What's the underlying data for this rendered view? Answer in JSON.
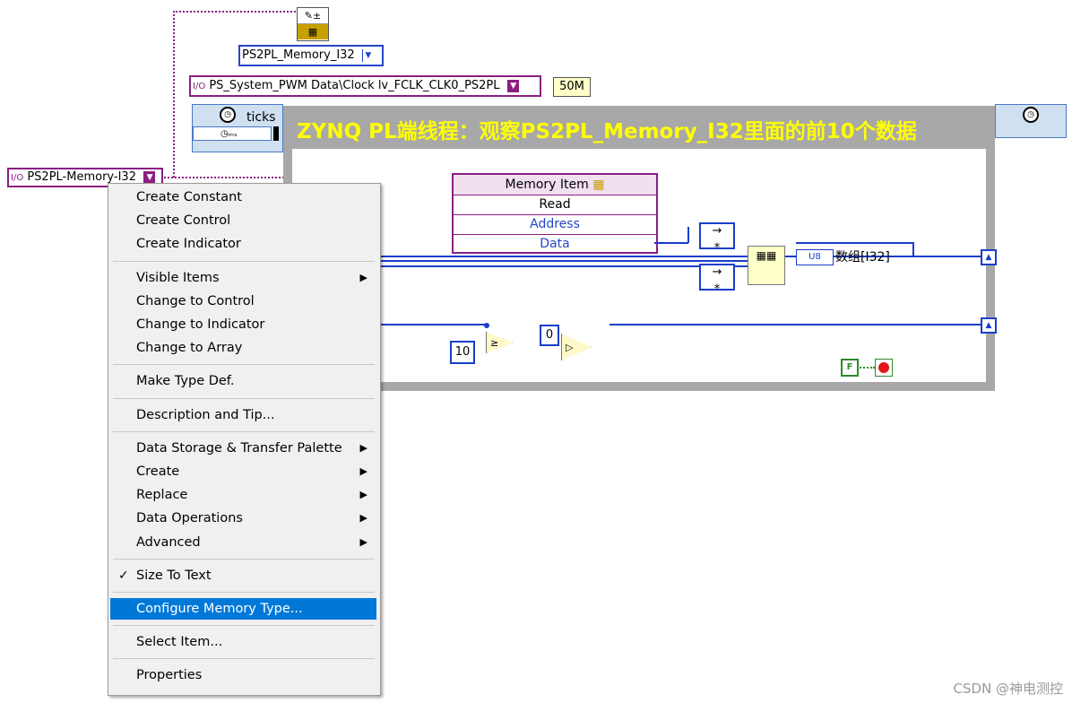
{
  "diagram": {
    "memory_node": {
      "label": "PS2PL_Memory_I32"
    },
    "clock_control": {
      "label": "PS_System_PWM Data\\Clock lv_FCLK_CLK0_PS2PL",
      "frequency": "50M"
    },
    "ticks_label": "ticks",
    "left_control": {
      "label": "PS2PL-Memory-I32"
    },
    "banner_title": "ZYNQ PL端线程：观察PS2PL_Memory_I32里面的前10个数据",
    "memory_item": {
      "title": "Memory Item",
      "rows": [
        "Read",
        "Address",
        "Data"
      ]
    },
    "array_indicator": {
      "type_tag": "U8",
      "label": "数组[I32]"
    },
    "constant_ten": "10",
    "constant_zero": "0",
    "bool_false": "F"
  },
  "context_menu": {
    "groups": [
      [
        {
          "label": "Create Constant"
        },
        {
          "label": "Create Control"
        },
        {
          "label": "Create Indicator"
        }
      ],
      [
        {
          "label": "Visible Items",
          "submenu": true
        },
        {
          "label": "Change to Control"
        },
        {
          "label": "Change to Indicator"
        },
        {
          "label": "Change to Array"
        }
      ],
      [
        {
          "label": "Make Type Def."
        }
      ],
      [
        {
          "label": "Description and Tip..."
        }
      ],
      [
        {
          "label": "Data Storage & Transfer Palette",
          "submenu": true
        },
        {
          "label": "Create",
          "submenu": true
        },
        {
          "label": "Replace",
          "submenu": true
        },
        {
          "label": "Data Operations",
          "submenu": true
        },
        {
          "label": "Advanced",
          "submenu": true
        }
      ],
      [
        {
          "label": "Size To Text",
          "checked": true
        }
      ],
      [
        {
          "label": "Configure Memory Type...",
          "selected": true
        }
      ],
      [
        {
          "label": "Select Item..."
        }
      ],
      [
        {
          "label": "Properties"
        }
      ]
    ],
    "submenu_arrow": "▶",
    "check_mark": "✓"
  },
  "watermark": "CSDN @神电测控",
  "colors": {
    "wire_blue": "#1a3ec8",
    "wire_purple": "#8c1e82",
    "menu_selected": "#0078d7",
    "banner_text": "#ffff00",
    "loop_gray": "#a8a8a8"
  }
}
